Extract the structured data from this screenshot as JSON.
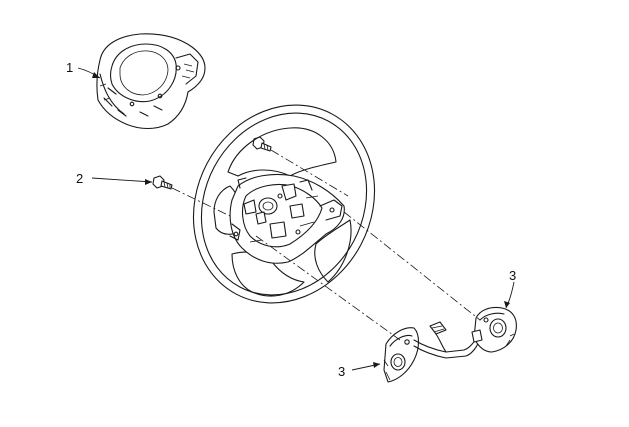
{
  "callouts": [
    {
      "id": "1",
      "label": "1"
    },
    {
      "id": "2",
      "label": "2"
    },
    {
      "id": "3a",
      "label": "3"
    },
    {
      "id": "3b",
      "label": "3"
    }
  ],
  "colors": {
    "line": "#1a1a1a",
    "background": "#ffffff"
  }
}
